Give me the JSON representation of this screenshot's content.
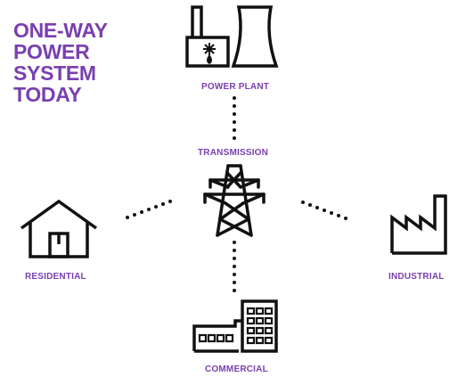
{
  "title": {
    "lines": [
      "ONE-WAY",
      "POWER",
      "SYSTEM",
      "TODAY"
    ]
  },
  "accent_color": "#7a3fb0",
  "nodes": {
    "power_plant": {
      "label": "POWER PLANT",
      "icon": "power-plant-icon"
    },
    "transmission": {
      "label": "TRANSMISSION",
      "icon": "transmission-tower-icon"
    },
    "residential": {
      "label": "RESIDENTIAL",
      "icon": "house-icon"
    },
    "industrial": {
      "label": "INDUSTRIAL",
      "icon": "factory-icon"
    },
    "commercial": {
      "label": "COMMERCIAL",
      "icon": "commercial-buildings-icon"
    }
  }
}
